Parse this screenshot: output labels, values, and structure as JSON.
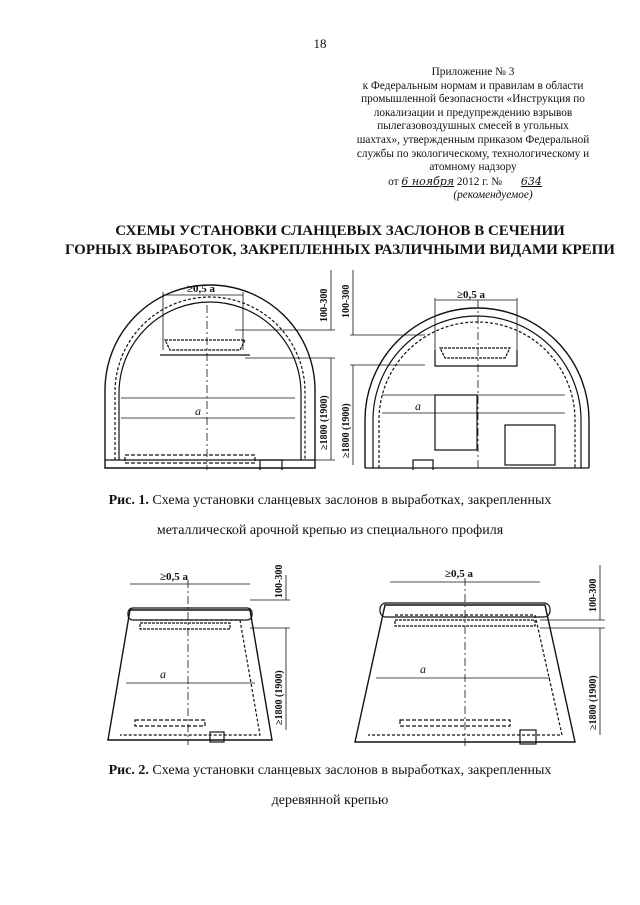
{
  "page_number": "18",
  "appendix": {
    "heading": "Приложение № 3",
    "lines": [
      "к Федеральным нормам и правилам в области",
      "промышленной безопасности «Инструкция по",
      "локализации и предупреждению взрывов",
      "пылегазовоздушных смесей в угольных",
      "шахтах», утвержденным приказом Федеральной",
      "службы по экологическому, технологическому и",
      "атомному надзору"
    ],
    "date_prefix": "от",
    "date_handwritten": "6 ноября",
    "year": "2012 г. №",
    "number_handwritten": "634",
    "note": "(рекомендуемое)"
  },
  "title": {
    "line1": "СХЕМЫ УСТАНОВКИ СЛАНЦЕВЫХ ЗАСЛОНОВ В СЕЧЕНИИ",
    "line2": "ГОРНЫХ ВЫРАБОТОК, ЗАКРЕПЛЕННЫХ РАЗЛИЧНЫМИ ВИДАМИ КРЕПИ"
  },
  "dims": {
    "half_width": "≥0,5 a",
    "gap": "100-300",
    "height": "≥1800 (1900)",
    "width": "a"
  },
  "figures": [
    {
      "label": "Рис. 1.",
      "caption_line1": "Схема установки сланцевых заслонов в выработках, закрепленных",
      "caption_line2": "металлической арочной крепью из специального профиля"
    },
    {
      "label": "Рис. 2.",
      "caption_line1": "Схема установки сланцевых заслонов в выработках, закрепленных",
      "caption_line2": "деревянной крепью"
    }
  ]
}
